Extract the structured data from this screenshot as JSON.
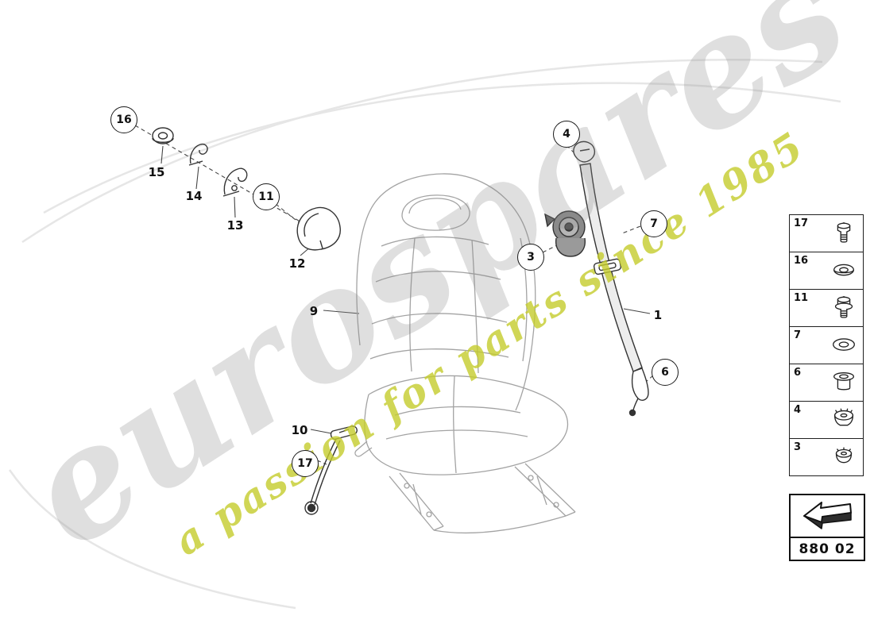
{
  "watermark": {
    "brand": "eurospares",
    "tagline": "a passion for parts since 1985"
  },
  "callouts": [
    {
      "label": "16",
      "style": "circled"
    },
    {
      "label": "15",
      "style": "plain"
    },
    {
      "label": "14",
      "style": "plain"
    },
    {
      "label": "13",
      "style": "plain"
    },
    {
      "label": "11",
      "style": "circled"
    },
    {
      "label": "12",
      "style": "plain"
    },
    {
      "label": "9",
      "style": "plain"
    },
    {
      "label": "4",
      "style": "circled"
    },
    {
      "label": "7",
      "style": "circled"
    },
    {
      "label": "3",
      "style": "circled"
    },
    {
      "label": "1",
      "style": "plain"
    },
    {
      "label": "6",
      "style": "circled"
    },
    {
      "label": "10",
      "style": "plain"
    },
    {
      "label": "17",
      "style": "circled"
    }
  ],
  "sidebar": {
    "items": [
      {
        "label": "17",
        "icon": "bolt-icon"
      },
      {
        "label": "16",
        "icon": "washer-icon"
      },
      {
        "label": "11",
        "icon": "bolt-icon"
      },
      {
        "label": "7",
        "icon": "washer-icon"
      },
      {
        "label": "6",
        "icon": "sleeve-nut-icon"
      },
      {
        "label": "4",
        "icon": "cap-nut-icon"
      },
      {
        "label": "3",
        "icon": "push-nut-icon"
      }
    ]
  },
  "footer": {
    "part_group_code": "880 02"
  },
  "colors": {
    "tagline_yellow": "#c4cc2c",
    "watermark_gray": "#c8c8c8",
    "seat_line": "#a3a3a3",
    "part_line": "#333333"
  }
}
